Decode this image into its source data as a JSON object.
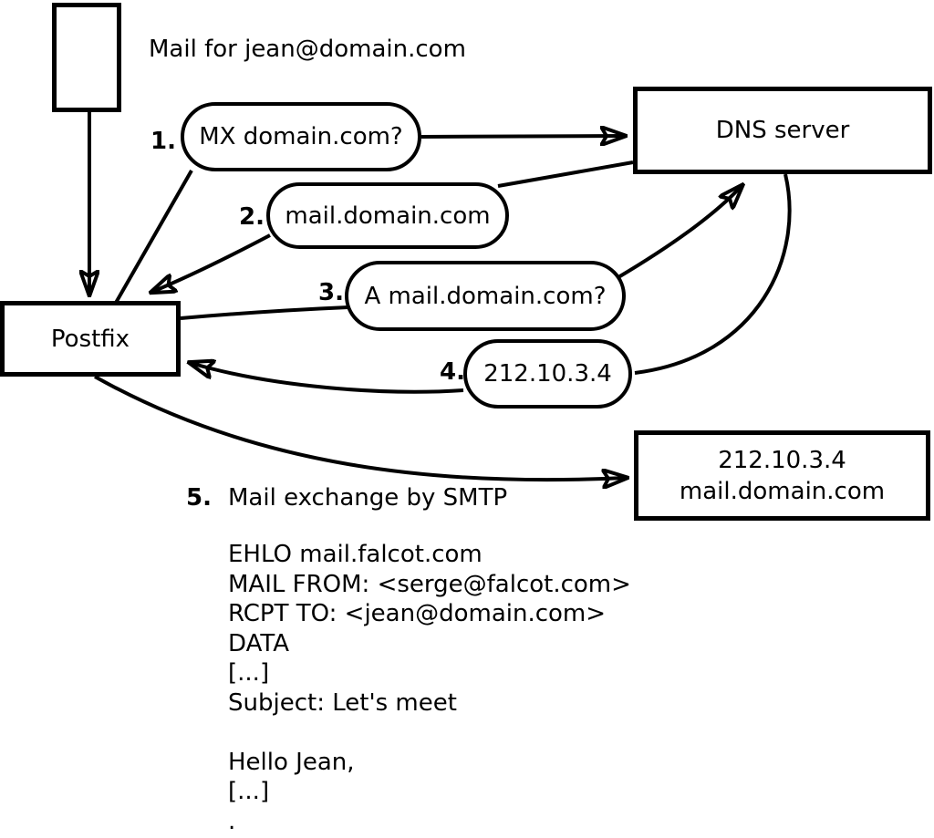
{
  "colors": {
    "ink": "#000000",
    "paper": "#ffffff"
  },
  "diagram": {
    "title": "Mail for jean@domain.com",
    "nodes": {
      "postfix": "Postfix",
      "dns": "DNS server",
      "target_line1": "212.10.3.4",
      "target_line2": "mail.domain.com"
    },
    "steps": [
      {
        "num": "1.",
        "label": "MX domain.com?"
      },
      {
        "num": "2.",
        "label": "mail.domain.com"
      },
      {
        "num": "3.",
        "label": "A mail.domain.com?"
      },
      {
        "num": "4.",
        "label": "212.10.3.4"
      },
      {
        "num": "5.",
        "label": "Mail exchange by SMTP"
      }
    ],
    "smtp_transcript": [
      "EHLO mail.falcot.com",
      "MAIL FROM: <serge@falcot.com>",
      "RCPT TO: <jean@domain.com>",
      "DATA",
      "[...]",
      "Subject: Let's meet",
      "",
      "Hello Jean,",
      "[...]",
      "."
    ]
  }
}
